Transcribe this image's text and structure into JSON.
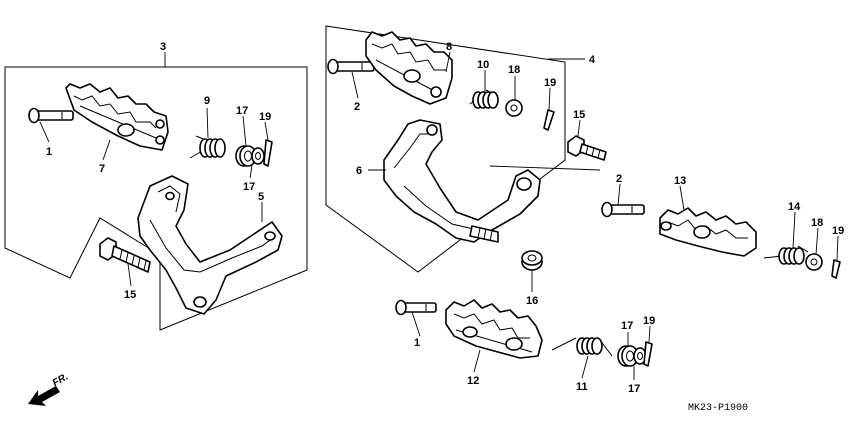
{
  "labels": {
    "l1a": "1",
    "l1b": "1",
    "l2a": "2",
    "l2b": "2",
    "l3": "3",
    "l4": "4",
    "l5": "5",
    "l6": "6",
    "l7": "7",
    "l8": "8",
    "l9": "9",
    "l10": "10",
    "l11": "11",
    "l12": "12",
    "l13": "13",
    "l14": "14",
    "l15a": "15",
    "l15b": "15",
    "l16": "16",
    "l17a": "17",
    "l17b": "17",
    "l17c": "17",
    "l17d": "17",
    "l18a": "18",
    "l18b": "18",
    "l19a": "19",
    "l19b": "19",
    "l19c": "19",
    "l19d": "19"
  },
  "front_marker": "FR.",
  "diagram_code": "MK23-P1900"
}
